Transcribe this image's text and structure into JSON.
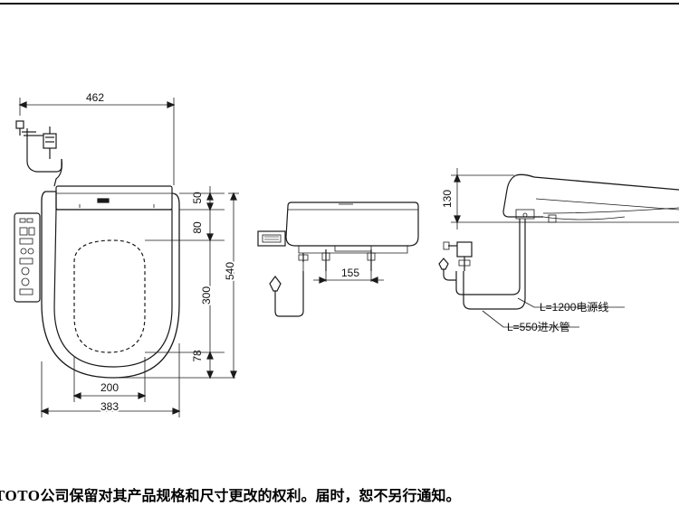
{
  "dimensions": {
    "overall_width": "462",
    "seat_width": "383",
    "opening_width": "200",
    "hinge_depth": "50",
    "gap_depth": "80",
    "opening_length": "300",
    "front_depth": "78",
    "total_length": "540",
    "connector_spacing": "155",
    "height": "130"
  },
  "notes": {
    "power_cord": "L=1200电源线",
    "water_hose": "L=550进水管"
  },
  "footer": {
    "brand": "TOTO",
    "disclaimer": "公司保留对其产品规格和尺寸更改的权利。届时，恕不另行通知。"
  },
  "colors": {
    "line": "#1a1a1a",
    "background": "#ffffff"
  }
}
